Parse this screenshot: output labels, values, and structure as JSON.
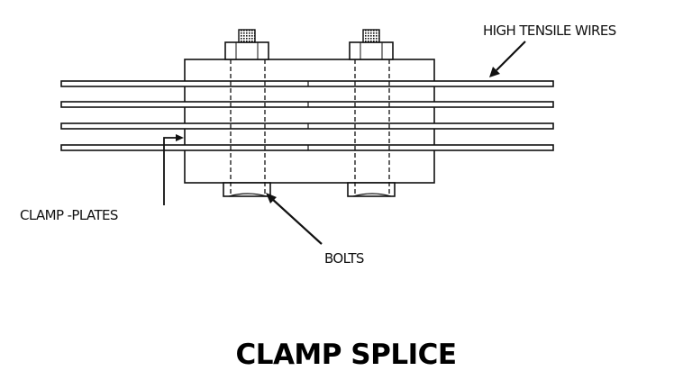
{
  "diagram": {
    "title": "CLAMP SPLICE",
    "labels": {
      "wires": "HIGH TENSILE WIRES",
      "clamp_plates": "CLAMP -PLATES",
      "bolts": "BOLTS"
    },
    "colors": {
      "ink": "#111111",
      "background": "#ffffff"
    }
  }
}
